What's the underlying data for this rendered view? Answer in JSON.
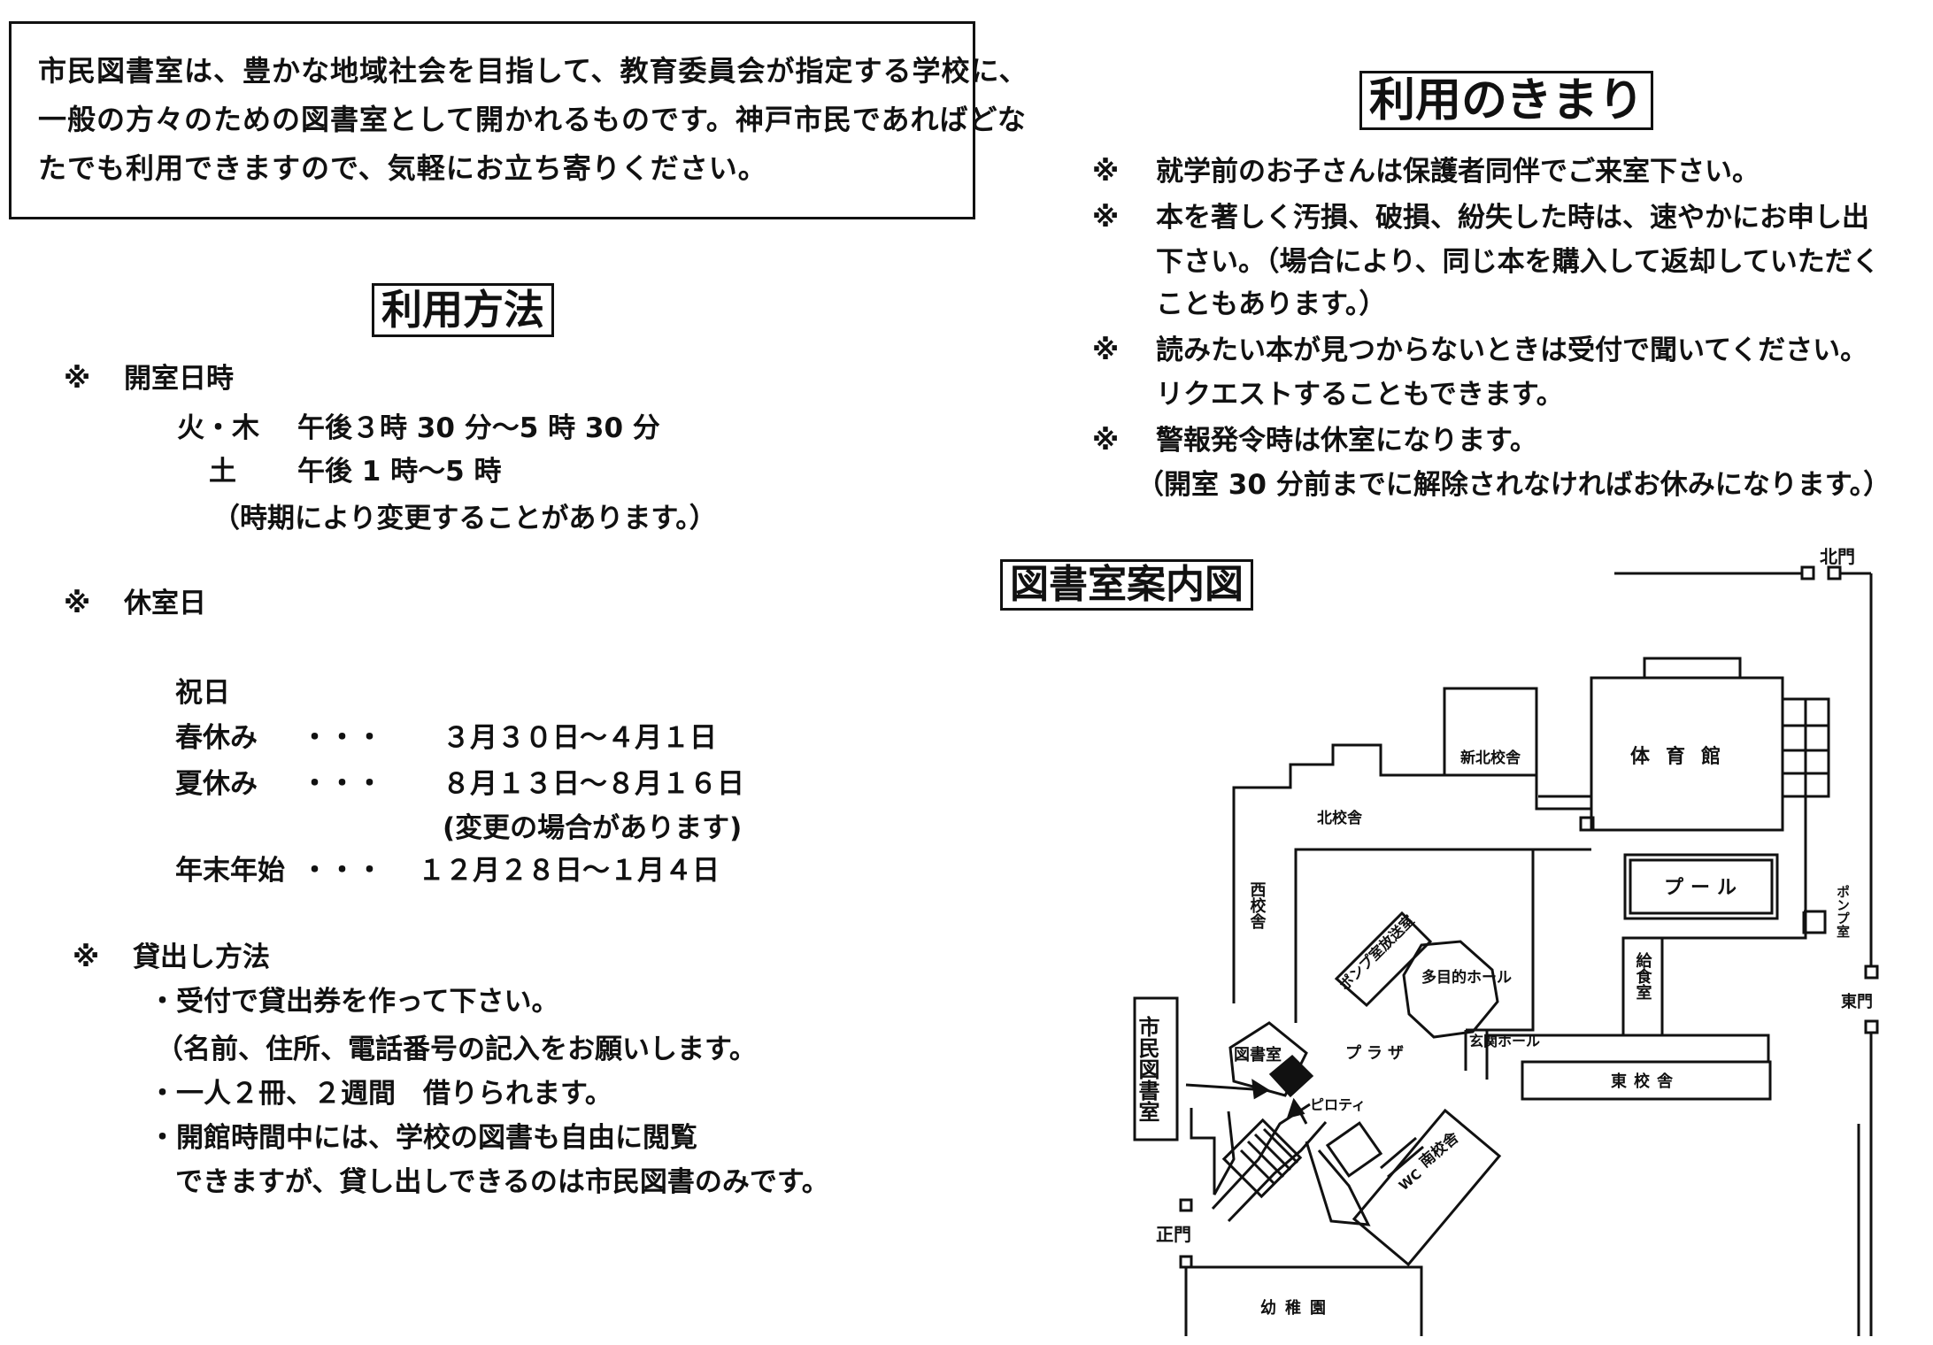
{
  "intro": {
    "lines": [
      "市民図書室は、豊かな地域社会を目指して、教育委員会が指定する学校に、",
      "一般の方々のための図書室として開かれるものです。神戸市民であればどな",
      "たでも利用できますので、気軽にお立ち寄りください。"
    ]
  },
  "usage": {
    "title": "利用方法",
    "mark": "※",
    "hours_heading": "開室日時",
    "hours": [
      {
        "day": "火・木",
        "time": "午後３時 30 分〜5 時 30 分"
      },
      {
        "day": "土",
        "time": "午後 1 時〜5 時"
      }
    ],
    "hours_note": "（時期により変更することがあります。）",
    "closed_heading": "休室日",
    "closed": [
      {
        "label": "祝日",
        "dots": "",
        "dates": ""
      },
      {
        "label": "春休み",
        "dots": "・・・",
        "dates": "３月３０日〜４月１日"
      },
      {
        "label": "夏休み",
        "dots": "・・・",
        "dates": "８月１３日〜８月１６日"
      },
      {
        "label": "",
        "dots": "",
        "dates": "(変更の場合があります)"
      },
      {
        "label": "年末年始",
        "dots": "・・・",
        "dates": "１２月２８日〜１月４日"
      }
    ],
    "lending_heading": "貸出し方法",
    "lending": [
      "・受付で貸出券を作って下さい。",
      "（名前、住所、電話番号の記入をお願いします。",
      "・一人２冊、２週間　借りられます。",
      "・開館時間中には、学校の図書も自由に閲覧",
      "できますが、貸し出しできるのは市民図書のみです。"
    ]
  },
  "rules": {
    "title": "利用のきまり",
    "mark": "※",
    "items": [
      {
        "lines": [
          "就学前のお子さんは保護者同伴でご来室下さい。"
        ]
      },
      {
        "lines": [
          "本を著しく汚損、破損、紛失した時は、速やかにお申し出",
          "下さい。（場合により、同じ本を購入して返却していただく",
          "こともあります。）"
        ]
      },
      {
        "lines": [
          "読みたい本が見つからないときは受付で聞いてください。",
          "リクエストすることもできます。"
        ]
      },
      {
        "lines": [
          "警報発令時は休室になります。"
        ]
      }
    ],
    "note": "（開室 30 分前までに解除されなければお休みになります。）"
  },
  "map": {
    "title": "図書室案内図",
    "labels": {
      "north_gate": "北門",
      "gym": "体育館",
      "new_north": "新北校舎",
      "north": "北校舎",
      "west": "西校舎",
      "pool": "プール",
      "pump": "ポンプ室",
      "pump_broadcast": "ポンプ室放送室",
      "hall": "多目的ホール",
      "kitchen": "給食室",
      "east_gate": "東門",
      "library_sign": "市民図書室",
      "library": "図書室",
      "plaza": "プラザ",
      "entrance_hall": "玄関ホール",
      "east": "東校舎",
      "piloti": "ピロティ",
      "south": "南校舎",
      "wc": "WC",
      "main_gate": "正門",
      "kindergarten": "幼稚園"
    }
  }
}
